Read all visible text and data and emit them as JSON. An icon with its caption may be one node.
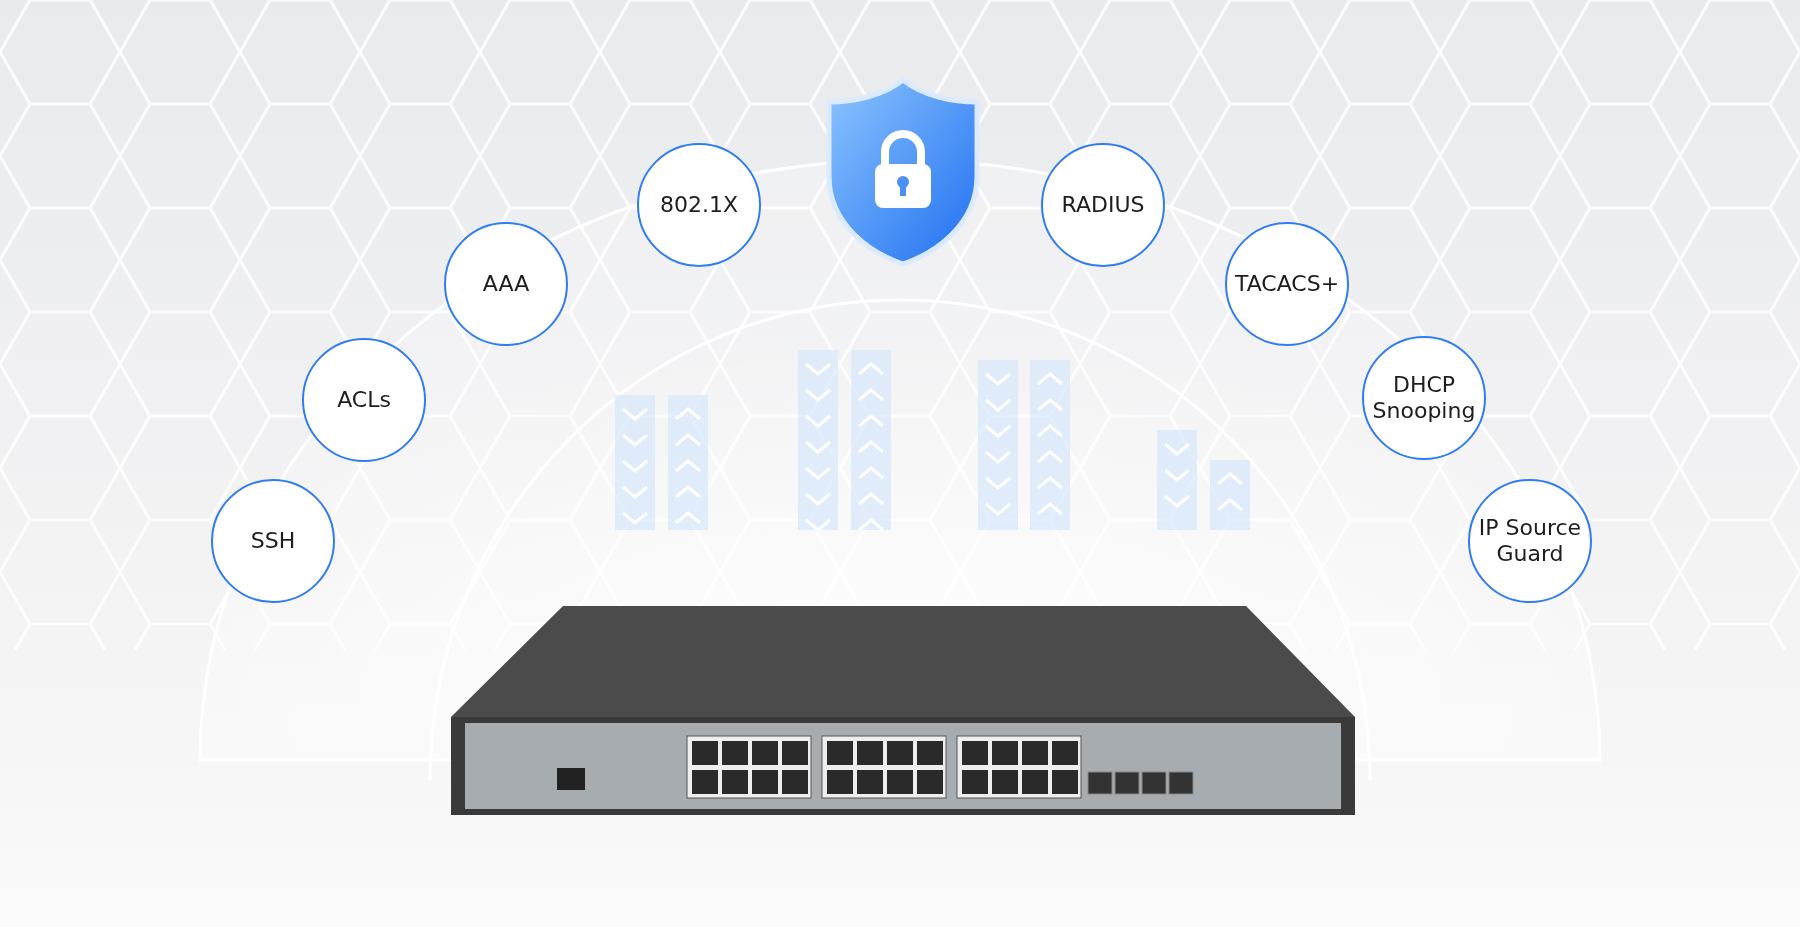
{
  "diagram": {
    "nodes": [
      {
        "text": [
          "SSH"
        ]
      },
      {
        "text": [
          "ACLs"
        ]
      },
      {
        "text": [
          "AAA"
        ]
      },
      {
        "text": [
          "802.1X"
        ]
      },
      {
        "text": [
          "RADIUS"
        ]
      },
      {
        "text": [
          "TACACS+"
        ]
      },
      {
        "text": [
          "DHCP Snooping"
        ]
      },
      {
        "text": [
          "IP Source Guard"
        ]
      }
    ]
  }
}
